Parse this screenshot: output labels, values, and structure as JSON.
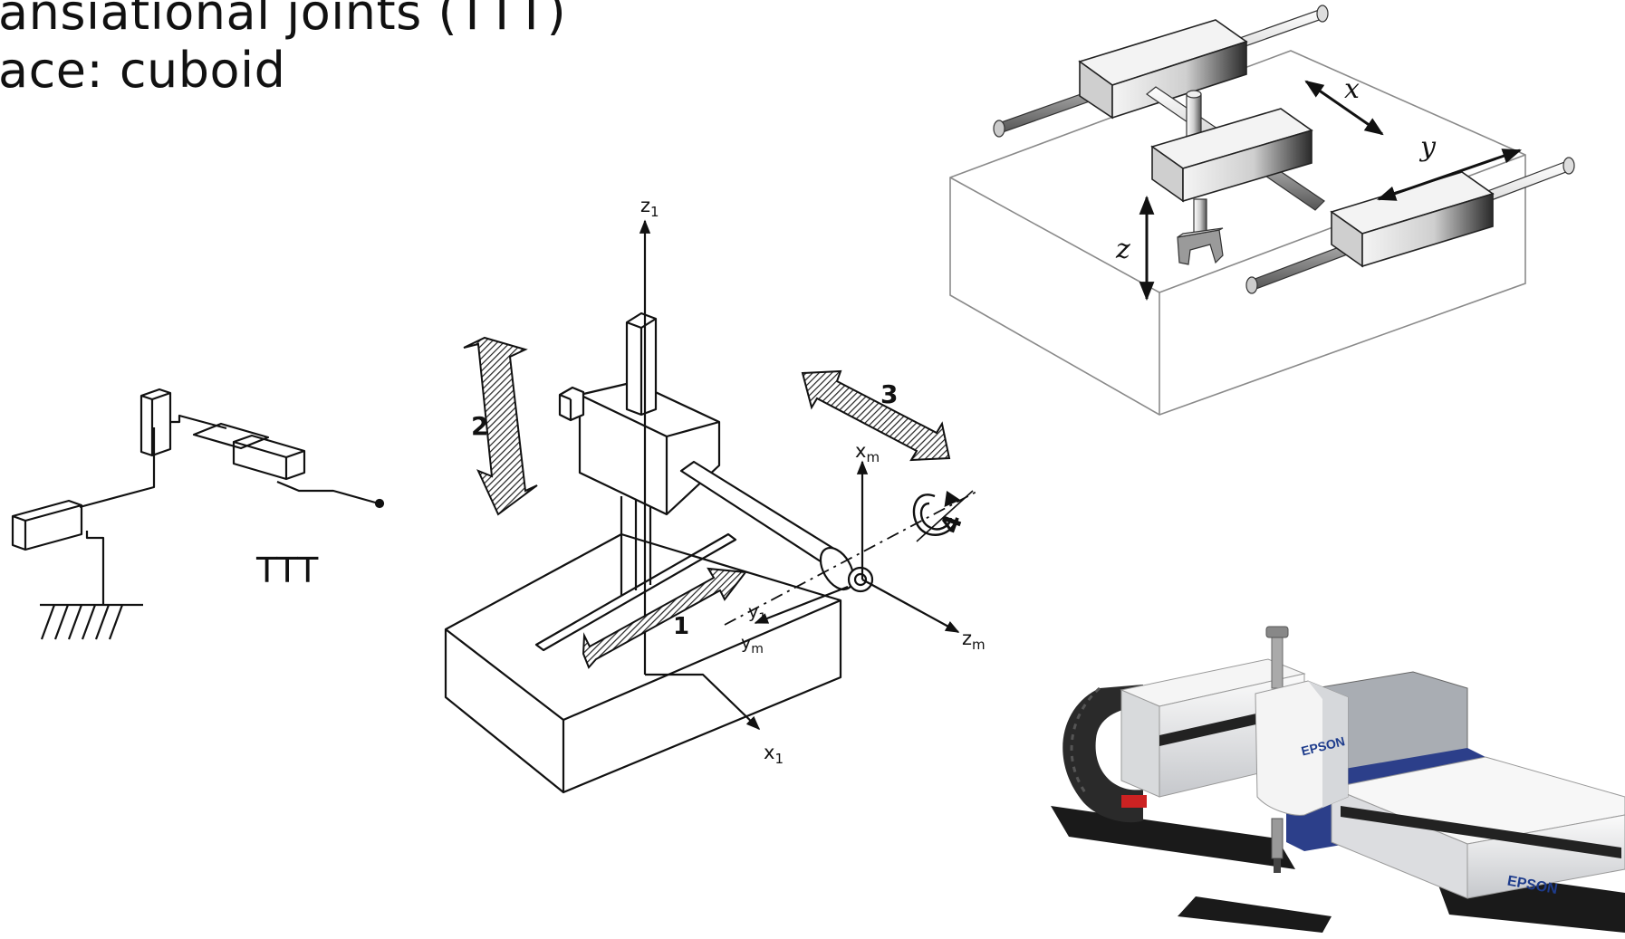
{
  "slide": {
    "line1": "ansiational joints (TTT)",
    "line2": "ace: cuboid"
  },
  "schematic": {
    "label": "TTT"
  },
  "gantry": {
    "axis_z1": "z",
    "axis_z1_sub": "1",
    "axis_x1": "x",
    "axis_x1_sub": "1",
    "axis_y1": "y",
    "axis_y1_sub": "1",
    "axis_xm": "x",
    "axis_xm_sub": "m",
    "axis_ym": "y",
    "axis_ym_sub": "m",
    "axis_zm": "z",
    "axis_zm_sub": "m",
    "arrow_1": "1",
    "arrow_2": "2",
    "arrow_3": "3",
    "arrow_4": "4"
  },
  "workspace": {
    "x": "x",
    "y": "y",
    "z": "z"
  },
  "photo": {
    "brand_1": "EPSON",
    "brand_2": "EPSON"
  }
}
